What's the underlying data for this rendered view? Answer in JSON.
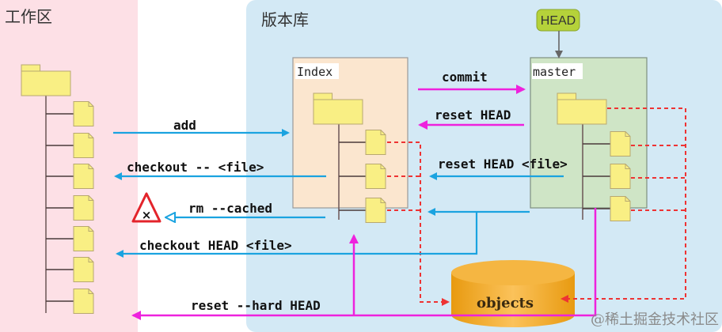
{
  "regions": {
    "working_dir": "工作区",
    "repository": "版本库"
  },
  "boxes": {
    "index": "Index",
    "master": "master",
    "head": "HEAD",
    "objects": "objects"
  },
  "commands": {
    "add": "add",
    "checkout_file": "checkout -- <file>",
    "rm_cached": "rm --cached",
    "checkout_head_file": "checkout HEAD <file>",
    "reset_hard_head": "reset --hard HEAD",
    "commit": "commit",
    "reset_head": "reset HEAD",
    "reset_head_file": "reset HEAD <file>"
  },
  "watermark": "@稀土掘金技术社区",
  "colors": {
    "working_bg": "#fde0e6",
    "repo_bg": "#d3e9f5",
    "index_bg": "#fbe6cf",
    "master_bg": "#cfe5c6",
    "head_bg": "#b5d23a",
    "blue_arrow": "#1aa3e0",
    "magenta_arrow": "#ee22dd",
    "red_dashed": "#ee3333",
    "folder_fill": "#f9ef84",
    "objects_fill": "#f2ad2a"
  }
}
